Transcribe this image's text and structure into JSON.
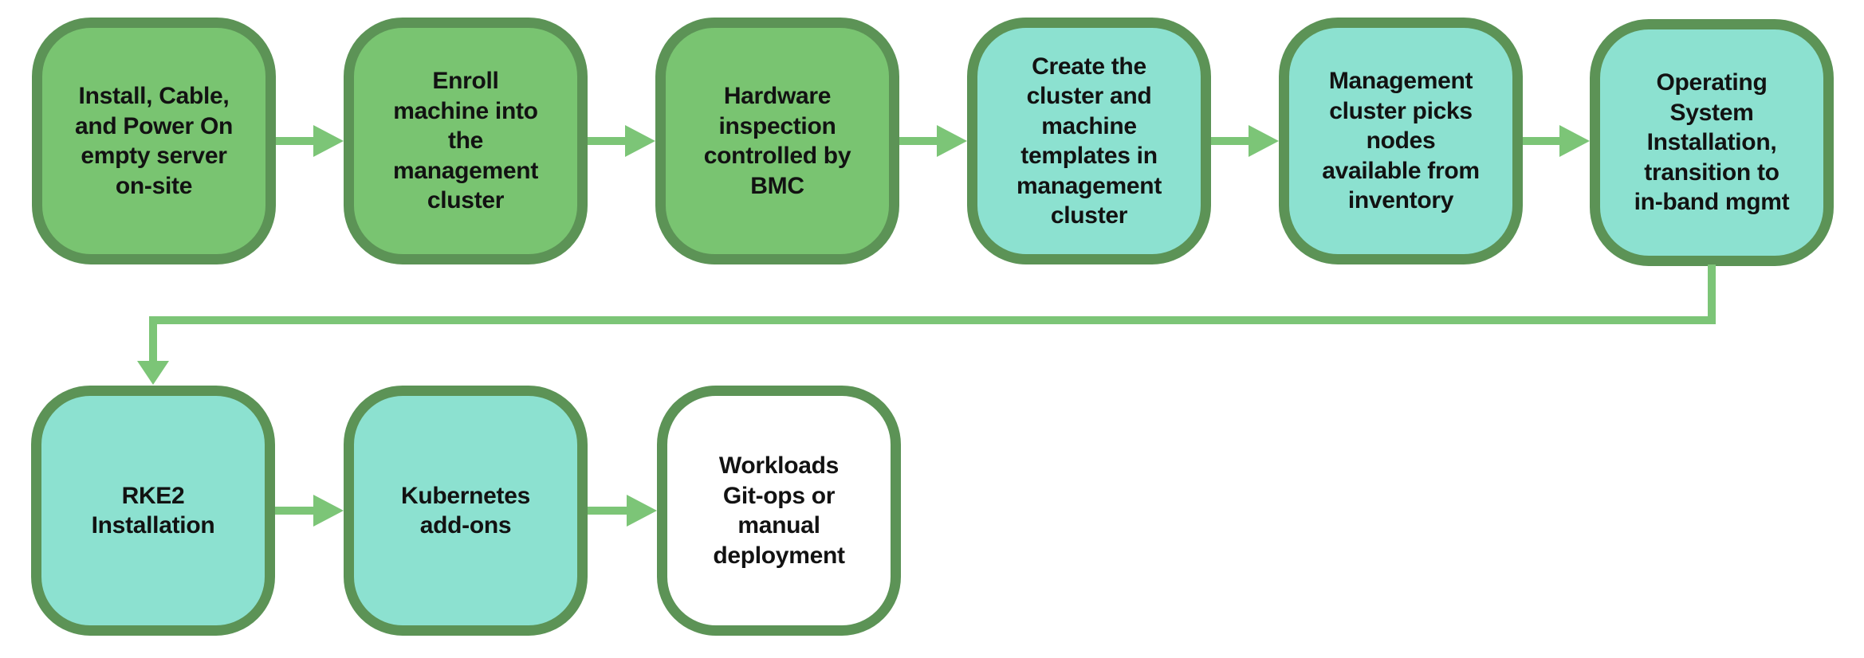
{
  "figure": {
    "description": "Bare-metal provisioning workflow flowchart",
    "background": "#ffffff"
  },
  "colors": {
    "node_border": "#5c9356",
    "green_fill": "#79c471",
    "teal_fill": "#8ce1d0",
    "white_fill": "#ffffff",
    "arrow": "#7cc577",
    "text": "#121212"
  },
  "nodes": [
    {
      "id": "install-cable-power",
      "label": "Install, Cable,\nand Power On\nempty server\non-site",
      "fill_color": "#79c471"
    },
    {
      "id": "enroll-machine",
      "label": "Enroll\nmachine into\nthe\nmanagement\ncluster",
      "fill_color": "#79c471"
    },
    {
      "id": "hardware-inspection",
      "label": "Hardware\ninspection\ncontrolled by\nBMC",
      "fill_color": "#79c471"
    },
    {
      "id": "create-cluster-templates",
      "label": "Create the\ncluster and\nmachine\ntemplates in\nmanagement\ncluster",
      "fill_color": "#8ce1d0"
    },
    {
      "id": "cluster-picks-nodes",
      "label": "Management\ncluster picks\nnodes\navailable from\ninventory",
      "fill_color": "#8ce1d0"
    },
    {
      "id": "os-installation",
      "label": "Operating\nSystem\nInstallation,\ntransition to\nin-band mgmt",
      "fill_color": "#8ce1d0"
    },
    {
      "id": "rke2-installation",
      "label": "RKE2\nInstallation",
      "fill_color": "#8ce1d0"
    },
    {
      "id": "kubernetes-addons",
      "label": "Kubernetes\nadd-ons",
      "fill_color": "#8ce1d0"
    },
    {
      "id": "workloads-deployment",
      "label": "Workloads\nGit-ops or\nmanual\ndeployment",
      "fill_color": "#ffffff"
    }
  ],
  "edges": [
    {
      "from": "install-cable-power",
      "to": "enroll-machine"
    },
    {
      "from": "enroll-machine",
      "to": "hardware-inspection"
    },
    {
      "from": "hardware-inspection",
      "to": "create-cluster-templates"
    },
    {
      "from": "create-cluster-templates",
      "to": "cluster-picks-nodes"
    },
    {
      "from": "cluster-picks-nodes",
      "to": "os-installation"
    },
    {
      "from": "os-installation",
      "to": "rke2-installation"
    },
    {
      "from": "rke2-installation",
      "to": "kubernetes-addons"
    },
    {
      "from": "kubernetes-addons",
      "to": "workloads-deployment"
    }
  ]
}
